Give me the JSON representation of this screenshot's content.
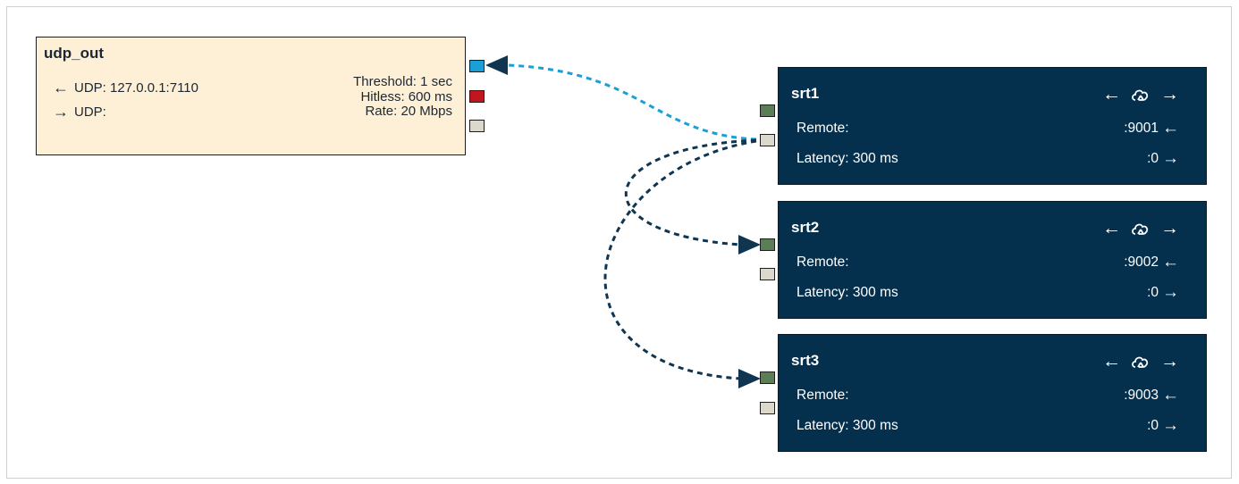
{
  "udp_out": {
    "title": "udp_out",
    "input_label": "UDP: 127.0.0.1:7110",
    "output_label": "UDP:",
    "input_arrow": "←",
    "output_arrow": "→",
    "threshold": "Threshold: 1 sec",
    "hitless": "Hitless: 600 ms",
    "rate": "Rate: 20 Mbps",
    "port_colors": [
      "#1a9fd6",
      "#c2161f",
      "#dcd8cc"
    ]
  },
  "srt_nodes": [
    {
      "title": "srt1",
      "remote_label": "Remote:",
      "remote_value": ":9001",
      "remote_arrow": "←",
      "latency_label": "Latency: 300 ms",
      "latency_value": ":0",
      "latency_arrow": "→",
      "icon_left": "←",
      "icon_right": "→"
    },
    {
      "title": "srt2",
      "remote_label": "Remote:",
      "remote_value": ":9002",
      "remote_arrow": "←",
      "latency_label": "Latency: 300 ms",
      "latency_value": ":0",
      "latency_arrow": "→",
      "icon_left": "←",
      "icon_right": "→"
    },
    {
      "title": "srt3",
      "remote_label": "Remote:",
      "remote_value": ":9003",
      "remote_arrow": "←",
      "latency_label": "Latency: 300 ms",
      "latency_value": ":0",
      "latency_arrow": "→",
      "icon_left": "←",
      "icon_right": "→"
    }
  ],
  "colors": {
    "node_dark": "#04304d",
    "node_light": "#fdf0d6",
    "port_green": "#5c7e57",
    "port_gray": "#dcd8cc",
    "edge_cyan": "#1a9fd6",
    "edge_dark": "#0f3550"
  }
}
